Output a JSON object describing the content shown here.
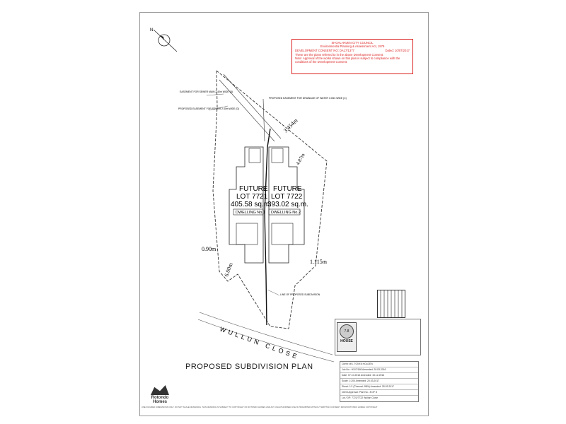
{
  "stamp": {
    "council": "SHOALHAVEN CITY COUNCIL",
    "act": "Environmental Planning & Assessment Act, 1979",
    "consent_label": "DEVELOPMENT CONSENT NO: DA17/1377",
    "dated": "Dated: 10/07/2017",
    "line1": "These are the plans referred to in the above Development Consent.",
    "note": "Note: Approval of the works shown on this plan is subject to compliance with the conditions of the Development Consent."
  },
  "plan": {
    "north_label": "N",
    "easement_sewer": "EASEMENT FOR SEWER MAIN 2.40m WIDE (D)",
    "proposed_easement_sewer": "PROPOSED EASEMENT FOR SEWER 2.40m WIDE (D)",
    "proposed_easement_water": "PROPOSED EASEMENT FOR DRAINAGE OF WATER 3.00m WIDE (C)",
    "dim_1": "3.454m",
    "dim_2": "4.87m",
    "dim_3": "0.90m",
    "dim_4": "6.00m",
    "dim_5": "1.115m",
    "lot1_line1": "FUTURE",
    "lot1_line2": "LOT 7721",
    "lot1_area": "405.58 sq.m.",
    "lot1_dwelling": "DWELLING No.1",
    "lot2_line1": "FUTURE",
    "lot2_line2": "LOT 7722",
    "lot2_area": "393.02 sq.m.",
    "lot2_dwelling": "DWELLING No.2",
    "line_of_subdivision": "LINE OF PROPOSED SUBDIVISION",
    "street": "WULLUN CLOSE"
  },
  "title": "PROPOSED SUBDIVISION PLAN",
  "logo": {
    "line1": "Rotondo",
    "line2": "Homes"
  },
  "badge": {
    "number": "7.8",
    "house": "HOUSE"
  },
  "titleblock": {
    "rows": [
      "Client: MS. TONYA HOLDEN",
      "Job No.: H107/168     Amended: 28.03.2016",
      "Date: 07.10.2016      Amended: 15.12.2016",
      "Scale: 1:200          Amended: 20.03.2017",
      "Sheet: 1/1 (Thermal: 88%)  Amended: 28.03.2017",
      "Client Approval:      Plan No.: 8 OF 8",
      "Lot / DP: 7721/7722 Wullun Close"
    ]
  },
  "footer": "USE FIGURED DIMENSIONS ONLY. DO NOT SCALE DRAWINGS. THIS DRAWING IS SUBJECT TO COPYRIGHT OF ROTONDO HOMES AND ANY UNAUTHORISED USE IS PROHIBITED WITHOUT WRITTEN CONSENT FROM ROTONDO HOMES COPYRIGHT"
}
